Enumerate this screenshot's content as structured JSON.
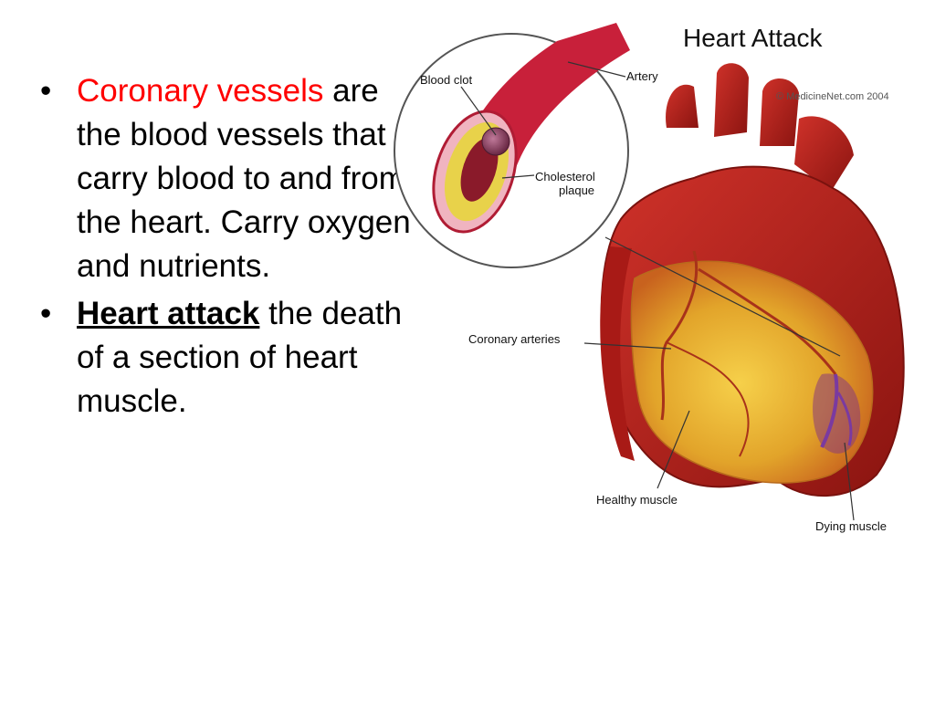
{
  "bullets": [
    {
      "highlight": "Coronary vessels",
      "text": " are the blood vessels that carry blood to and from the heart. Carry oxygen and nutrients."
    },
    {
      "term": "Heart attack",
      "text": " the death of a section of heart muscle."
    }
  ],
  "figure": {
    "title": "Heart Attack",
    "credit": "© MedicineNet.com  2004",
    "labels": {
      "blood_clot": "Blood clot",
      "artery": "Artery",
      "cholesterol_plaque_1": "Cholesterol",
      "cholesterol_plaque_2": "plaque",
      "coronary_arteries": "Coronary arteries",
      "healthy_muscle": "Healthy muscle",
      "dying_muscle": "Dying muscle"
    }
  },
  "colors": {
    "accent": "#ff0000",
    "heart_red": "#b3201c",
    "muscle_yellow": "#e8b830",
    "dying_purple": "#7a3aa0"
  }
}
